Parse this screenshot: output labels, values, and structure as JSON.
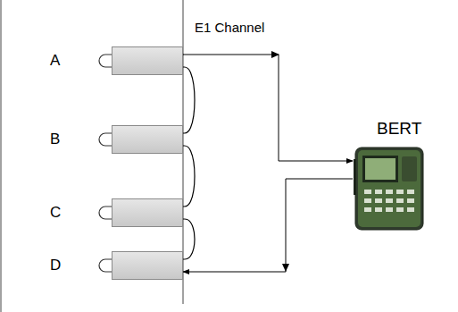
{
  "diagram": {
    "nodes": [
      {
        "text": [
          "A"
        ]
      },
      {
        "text": [
          "B"
        ]
      },
      {
        "text": [
          "C"
        ]
      },
      {
        "text": [
          "D"
        ]
      },
      {
        "text": [
          "BERT"
        ]
      }
    ],
    "edges": [
      {
        "from": 0,
        "to": 4,
        "arrow": "to",
        "label": "E1 Channel"
      },
      {
        "from": 0,
        "to": 1,
        "arrow": "none"
      },
      {
        "from": 1,
        "to": 2,
        "arrow": "none"
      },
      {
        "from": 2,
        "to": 3,
        "arrow": "none"
      },
      {
        "from": 4,
        "to": 3,
        "arrow": "to"
      }
    ]
  }
}
